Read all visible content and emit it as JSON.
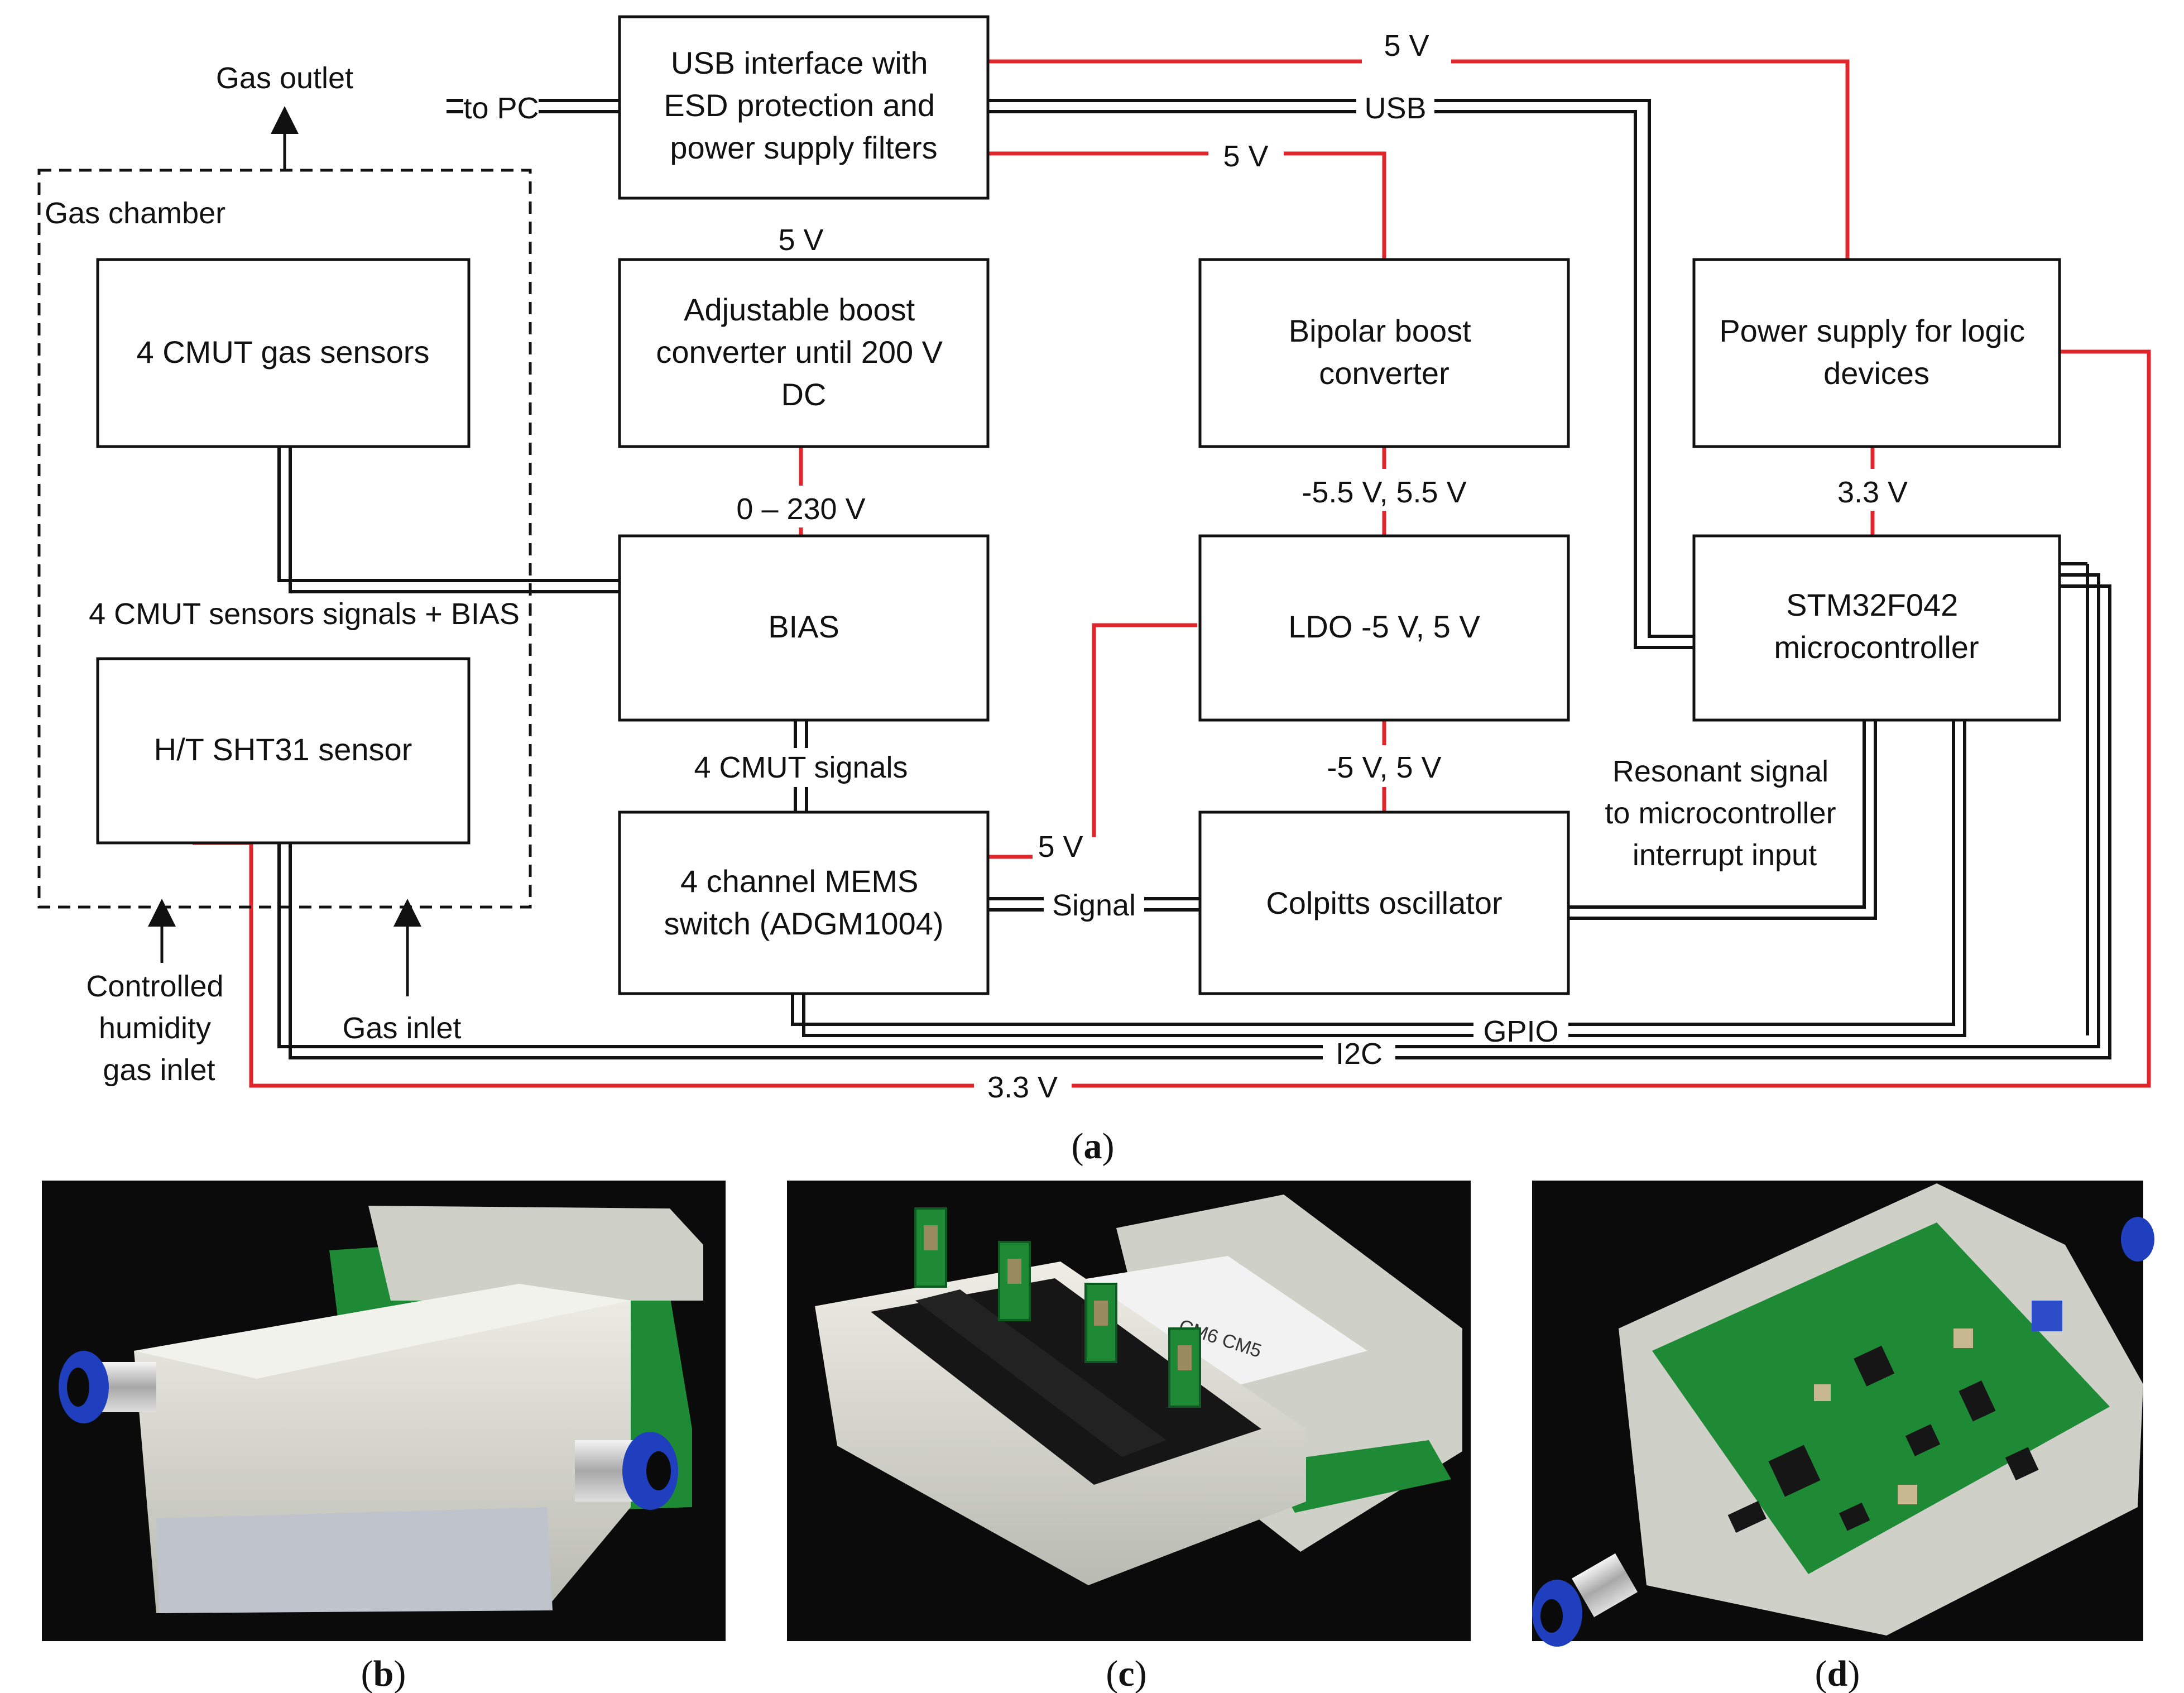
{
  "colors": {
    "power_wire": "#e0262b",
    "signal_wire": "#111111",
    "block_border": "#111111",
    "photo_bg": "#0b0b0b",
    "housing": "#d8d8d0",
    "pcb": "#1f8a36",
    "fitting_blue": "#1f3fbf"
  },
  "diagram": {
    "gas_outlet": "Gas outlet",
    "gas_chamber": "Gas chamber",
    "to_pc": "to PC",
    "blocks": {
      "usb": [
        "USB interface with",
        "ESD protection and",
        "power supply filters"
      ],
      "boost": [
        "Adjustable boost",
        "converter until 200 V",
        "DC"
      ],
      "bipolar": [
        "Bipolar boost",
        "converter"
      ],
      "logic_psu": [
        "Power supply for logic",
        "devices"
      ],
      "cmut": [
        "4 CMUT gas sensors"
      ],
      "bias": [
        "BIAS"
      ],
      "ldo": [
        "LDO -5 V, 5 V"
      ],
      "mcu": [
        "STM32F042",
        "microcontroller"
      ],
      "sht31": [
        "H/T SHT31 sensor"
      ],
      "mems": [
        "4 channel MEMS",
        "switch (ADGM1004)"
      ],
      "colpitts": [
        "Colpitts oscillator"
      ]
    },
    "labels": {
      "top_5v": "5 V",
      "usb_bus": "USB",
      "mid_5v": "5 V",
      "usb_5v": "5 V",
      "boost_out": "0 – 230 V",
      "bipolar_out": "-5.5 V, 5.5 V",
      "logic_out": "3.3 V",
      "sensors_bias": "4 CMUT sensors signals + BIAS",
      "cmut_signals": "4 CMUT signals",
      "ldo_out": "-5 V, 5 V",
      "mems_5v": "5 V",
      "signal": "Signal",
      "resonant": [
        "Resonant signal",
        "to microcontroller",
        "interrupt input"
      ],
      "gpio": "GPIO",
      "i2c": "I2C",
      "bottom_3v3": "3.3 V",
      "humidity_inlet": [
        "Controlled",
        "humidity",
        "gas inlet"
      ],
      "gas_inlet": "Gas inlet"
    }
  },
  "captions": {
    "a": [
      "(",
      "a",
      ")"
    ],
    "b": [
      "(",
      "b",
      ")"
    ],
    "c": [
      "(",
      "c",
      ")"
    ],
    "d": [
      "(",
      "d",
      ")"
    ]
  },
  "photos": {
    "c_label": "CM6   CM5"
  }
}
